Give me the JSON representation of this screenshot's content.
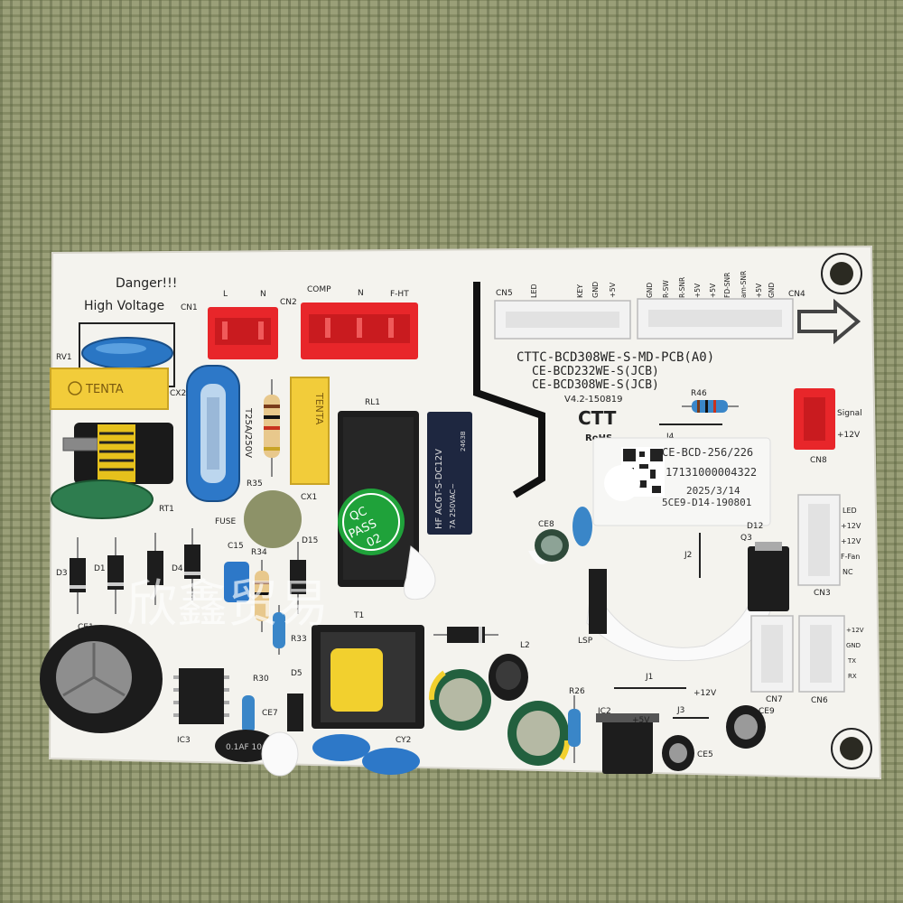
{
  "board": {
    "warning_line1": "Danger!!!",
    "warning_line2": "High Voltage",
    "model_line1": "CTTC-BCD308WE-S-MD-PCB(A0)",
    "model_line2": "CE-BCD232WE-S(JCB)",
    "model_line3": "CE-BCD308WE-S(JCB)",
    "version": "V4.2-150819",
    "brand": "CTT",
    "rohs": "RoHS"
  },
  "sticker": {
    "line1": "CE-BCD-256/226",
    "line2": "17131000004322",
    "line3": "2025/3/14",
    "line4": "5CE9-D14-190801"
  },
  "qc": {
    "line1": "QC",
    "line2": "PASS",
    "line3": "02"
  },
  "relay": {
    "brand": "HF",
    "model": "AC6T-S-DC12V",
    "rating": "7A 250VAC~",
    "code": "2463B"
  },
  "fuse_rating": "T25A/250V",
  "tenta": "TENTA",
  "cap_label": "0.1AF 104F",
  "watermark": "欣鑫贸易",
  "connectors": {
    "cn1": "CN1",
    "cn2": "CN2",
    "cn3": "CN3",
    "cn4": "CN4",
    "cn5": "CN5",
    "cn6": "CN6",
    "cn7": "CN7",
    "cn8": "CN8",
    "cn1_l": "L",
    "cn1_n": "N",
    "cn2_comp": "COMP",
    "cn2_n": "N",
    "cn2_fht": "F-HT",
    "cn5_pins": [
      "LED",
      "KEY",
      "GND",
      "+5V"
    ],
    "cn4_pins": [
      "GND",
      "R-SW",
      "R-SNR",
      "+5V",
      "+5V",
      "FD-SNR",
      "am-SNR",
      "+5V",
      "GND"
    ],
    "cn8_signal": "Signal",
    "cn8_12v": "+12V",
    "cn3_pins": [
      "LED",
      "+12V",
      "+12V",
      "F-Fan",
      "NC"
    ],
    "cn6_pins": [
      "+12V",
      "GND",
      "TX",
      "RX"
    ]
  },
  "refs": {
    "rv1": "RV1",
    "cx2": "CX2",
    "cx1": "CX1",
    "rt1": "RT1",
    "fuse": "FUSE",
    "r35": "R35",
    "rl1": "RL1",
    "r46": "R46",
    "j4": "J4",
    "j2": "J2",
    "ce8": "CE8",
    "d12": "D12",
    "q3": "Q3",
    "d3": "D3",
    "d1": "D1",
    "d4": "D4",
    "c15": "C15",
    "r34": "R34",
    "d15": "D15",
    "ce1": "CE1",
    "t1": "T1",
    "r33": "R33",
    "d5": "D5",
    "r30": "R30",
    "ic3": "IC3",
    "ce7": "CE7",
    "cy2": "CY2",
    "l2": "L2",
    "j1": "J1",
    "r26": "R26",
    "ic2": "IC2",
    "j3": "J3",
    "ce9": "CE9",
    "ce5": "CE5",
    "lsp": "LSP",
    "plus12v": "+12V",
    "plus5v": "+5V"
  },
  "colors": {
    "board": "#f4f3ee",
    "connector_red": "#e8262a",
    "connector_white": "#f2f2f2",
    "tenta_yellow": "#f2cc3a",
    "relay_black": "#1d1d1d",
    "relay_blue": "#1e2740",
    "qc_green": "#1fa23a"
  }
}
